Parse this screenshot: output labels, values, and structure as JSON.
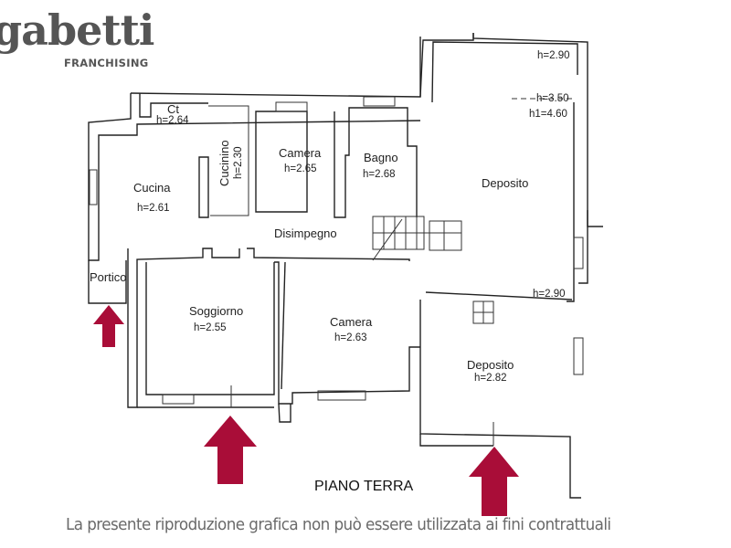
{
  "logo": {
    "brand": "gabetti",
    "subtitle": "FRANCHISING"
  },
  "plan": {
    "floor_title": "PIANO TERRA",
    "rooms": {
      "ct": {
        "name": "Ct",
        "height": "h=2.64"
      },
      "cucina": {
        "name": "Cucina",
        "height": "h=2.61"
      },
      "cucinino": {
        "name": "Cucinino",
        "height": "h=2.30"
      },
      "camera1": {
        "name": "Camera",
        "height": "h=2.65"
      },
      "bagno": {
        "name": "Bagno",
        "height": "h=2.68"
      },
      "disimpegno": {
        "name": "Disimpegno"
      },
      "deposito1": {
        "name": "Deposito",
        "heights": [
          "h=2.90",
          "h=3.50",
          "h1=4.60",
          "h=2.90"
        ]
      },
      "portico": {
        "name": "Portico"
      },
      "soggiorno": {
        "name": "Soggiorno",
        "height": "h=2.55"
      },
      "camera2": {
        "name": "Camera",
        "height": "h=2.63"
      },
      "deposito2": {
        "name": "Deposito",
        "height": "h=2.82"
      }
    },
    "entrance_color": "#a90d38"
  },
  "disclaimer": "La presente riproduzione grafica non può essere utilizzata ai fini contrattuali"
}
